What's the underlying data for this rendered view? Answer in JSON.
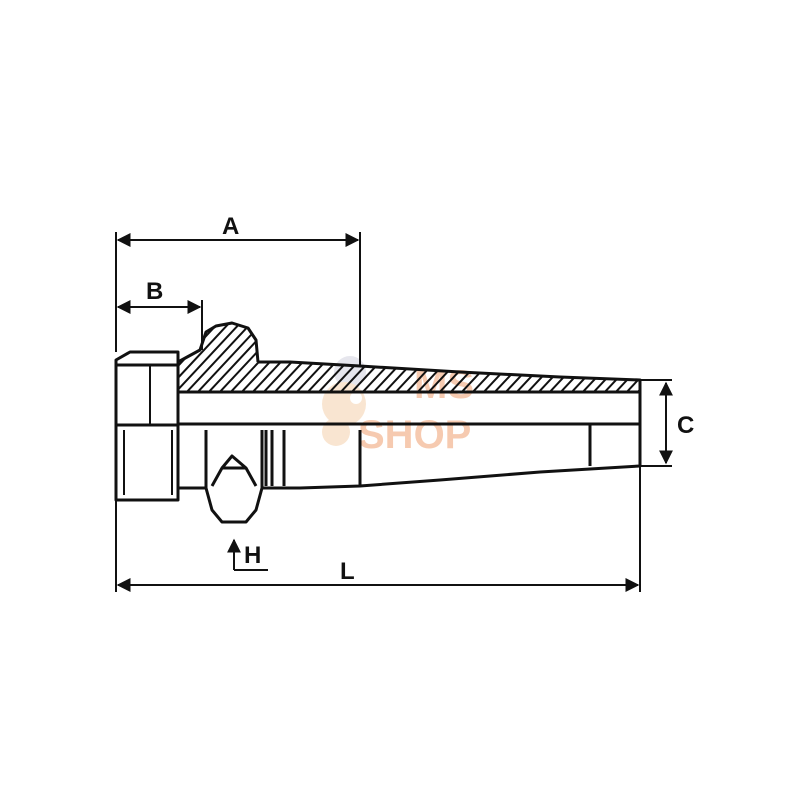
{
  "drawing": {
    "part": "hose-fitting-section",
    "line_color": "#111111",
    "background_color": "#ffffff"
  },
  "dimensions": {
    "A": "A",
    "B": "B",
    "C": "C",
    "H": "H",
    "L": "L"
  },
  "watermark": {
    "line1": "MS",
    "line2": "SHOP",
    "color": "#f0a070"
  }
}
